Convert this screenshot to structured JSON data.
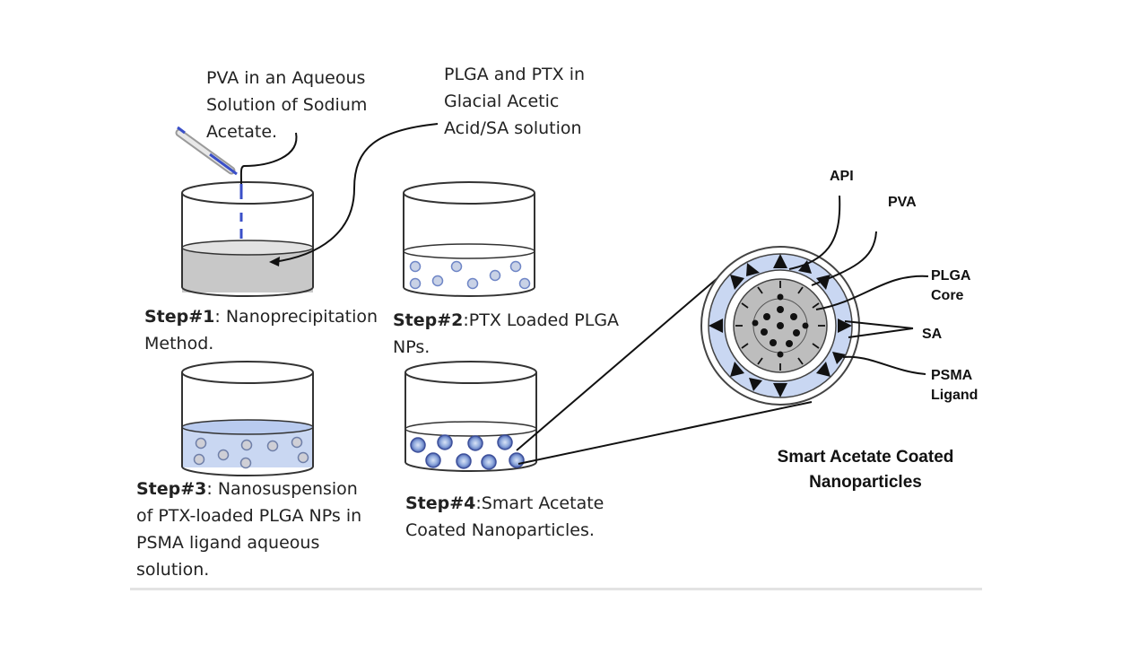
{
  "labels": {
    "pva_solution": [
      "PVA in an Aqueous",
      "Solution of Sodium",
      "Acetate."
    ],
    "plga_solution": [
      "PLGA and PTX in",
      "Glacial Acetic",
      "Acid/SA solution"
    ]
  },
  "steps": [
    {
      "tag": "Step#1",
      "text": ": Nanoprecipitation",
      "lines": [
        "Method."
      ]
    },
    {
      "tag": "Step#2",
      "text": ":PTX Loaded PLGA",
      "lines": [
        "NPs."
      ]
    },
    {
      "tag": "Step#3",
      "text": ": Nanosuspension",
      "lines": [
        "of PTX-loaded PLGA NPs in",
        "PSMA ligand aqueous",
        "solution."
      ]
    },
    {
      "tag": "Step#4",
      "text": ":Smart Acetate",
      "lines": [
        "Coated Nanoparticles."
      ]
    }
  ],
  "particle_labels": {
    "api": "API",
    "pva": "PVA",
    "plga_core": [
      "PLGA",
      "Core"
    ],
    "sa": "SA",
    "psma_ligand": [
      "PSMA",
      "Ligand"
    ]
  },
  "nanoparticle_title": [
    "Smart Acetate Coated",
    "Nanoparticles"
  ],
  "colors": {
    "solution_gray": "#c8c8c8",
    "solution_blue": "#c9d7f2",
    "particle_blue": "#8fa9dc",
    "pipette_blue": "#3a4fc8",
    "outline": "#333333"
  }
}
